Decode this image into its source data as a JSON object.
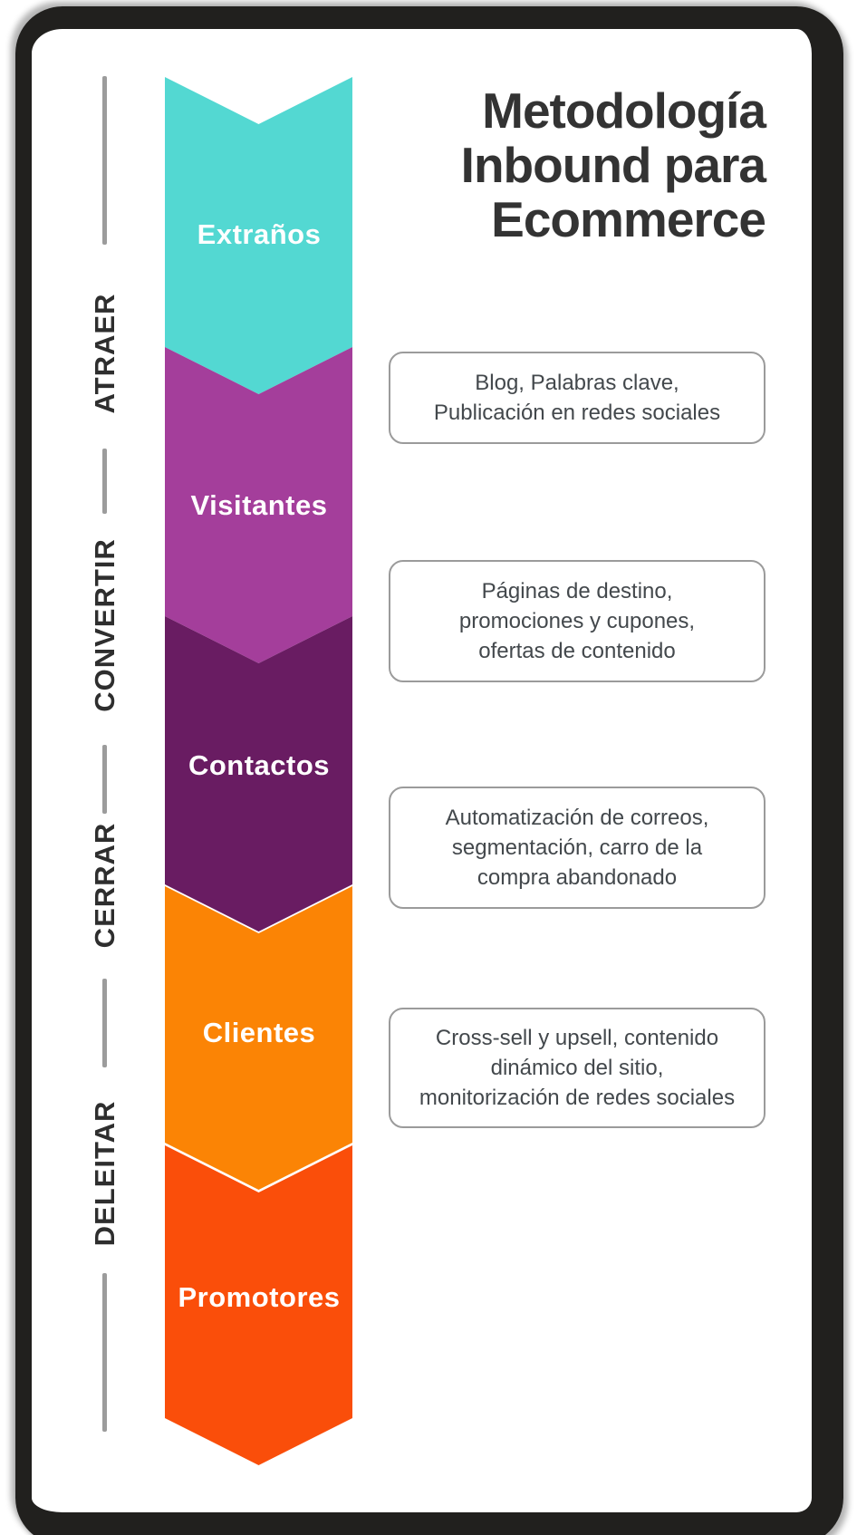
{
  "title": {
    "lines": [
      "Metodología",
      "Inbound para",
      "Ecommerce"
    ]
  },
  "phases": [
    {
      "label": "ATRAER"
    },
    {
      "label": "CONVERTIR"
    },
    {
      "label": "CERRAR"
    },
    {
      "label": "DELEITAR"
    }
  ],
  "funnel": {
    "label_color": "#FFFFFF",
    "stages": [
      {
        "label": "Extraños",
        "color": "#53D8D2"
      },
      {
        "label": "Visitantes",
        "color": "#A43E9B"
      },
      {
        "label": "Contactos",
        "color": "#691C62"
      },
      {
        "label": "Clientes",
        "color": "#FB8405"
      },
      {
        "label": "Promotores",
        "color": "#FA4E0A"
      }
    ]
  },
  "cards": [
    {
      "lines": [
        "Blog, Palabras clave,",
        "Publicación en redes sociales"
      ]
    },
    {
      "lines": [
        "Páginas de destino,",
        "promociones y cupones,",
        "ofertas de contenido"
      ]
    },
    {
      "lines": [
        "Automatización de correos,",
        "segmentación, carro de la",
        "compra abandonado"
      ]
    },
    {
      "lines": [
        "Cross-sell y upsell, contenido",
        "dinámico del sitio,",
        "monitorización de redes sociales"
      ]
    }
  ],
  "colors": {
    "frame": "#21201E",
    "rail_line": "#9C9C9C",
    "phase_label": "#2E2E2E",
    "title": "#333333",
    "card_border": "#9B9B9B",
    "card_text": "#43484C"
  }
}
